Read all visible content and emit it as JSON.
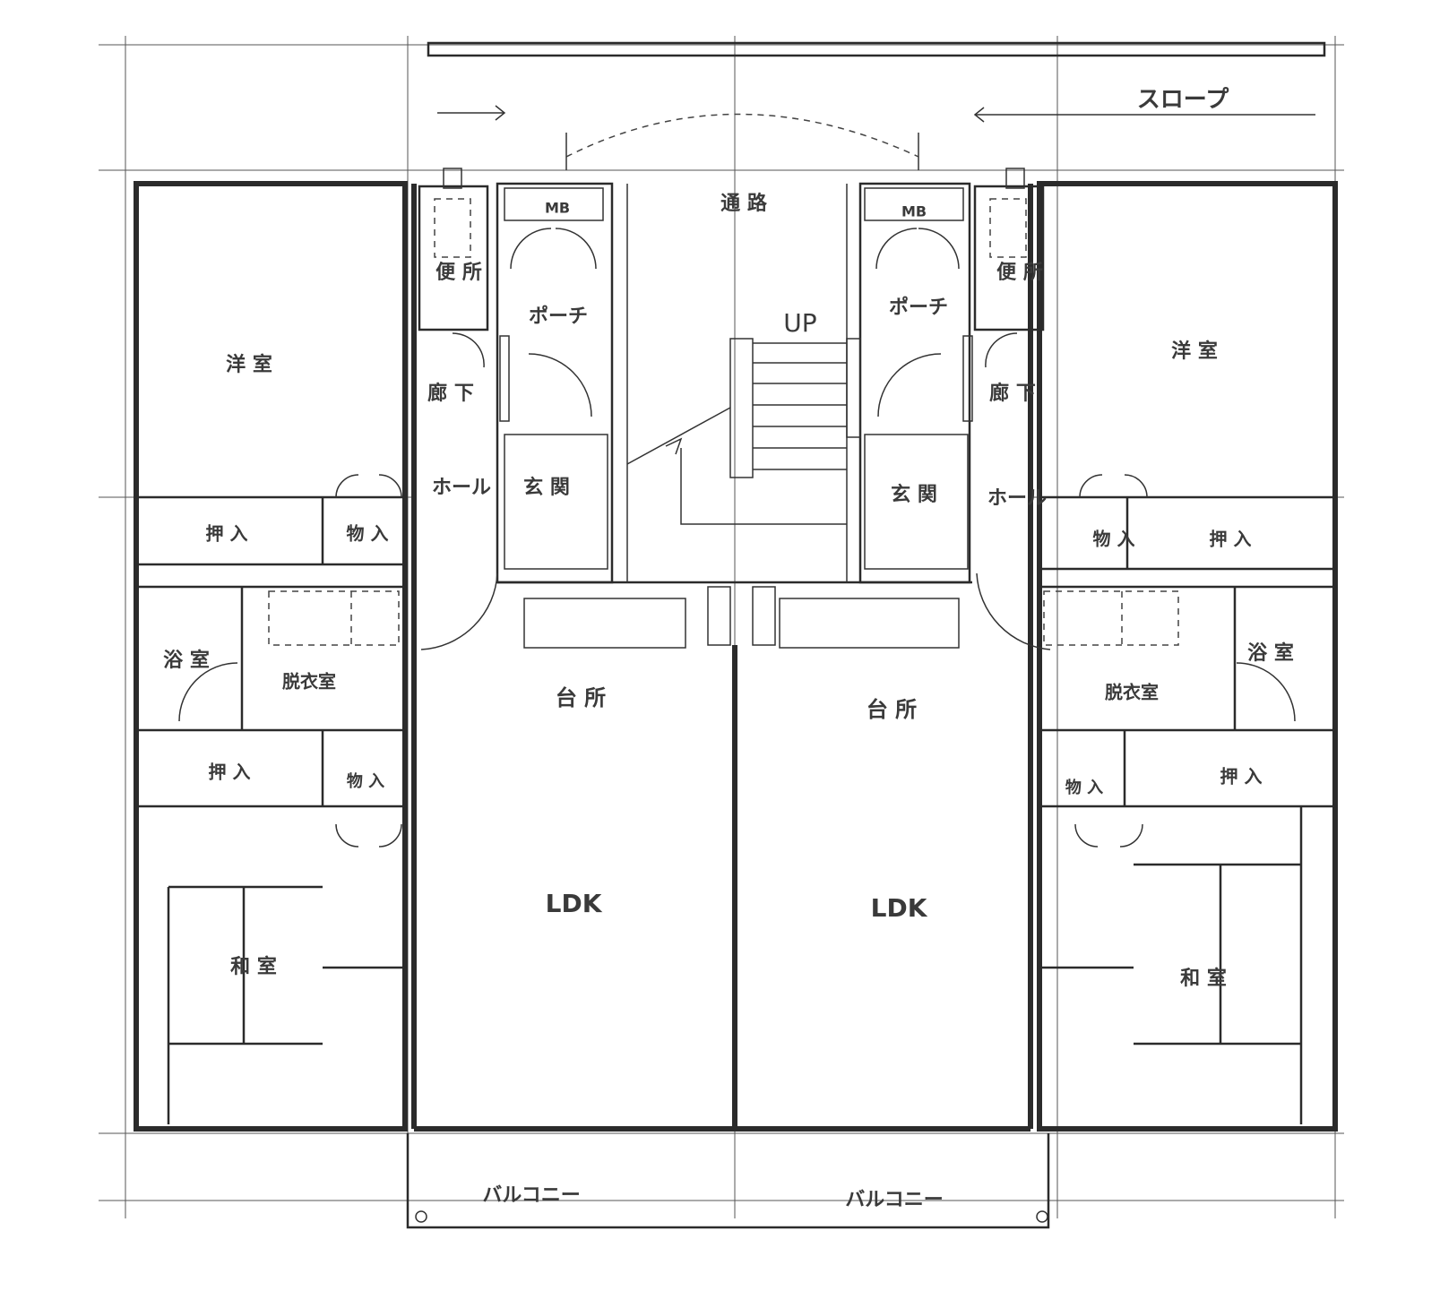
{
  "plan": {
    "title": "",
    "left_unit": {
      "western_room": "洋 室",
      "toilet": "便 所",
      "corridor": "廊 下",
      "hall": "ホール",
      "entrance": "玄 関",
      "porch": "ポーチ",
      "meter_box": "MB",
      "closet_oshiire": "押 入",
      "storage_1": "物 入",
      "bath": "浴 室",
      "dressing": "脱衣室",
      "kitchen": "台 所",
      "closet_2": "押 入",
      "storage_2": "物 入",
      "japanese_room": "和 室",
      "ldk": "LDK",
      "balcony": "バルコニー"
    },
    "right_unit": {
      "western_room": "洋 室",
      "toilet": "便 所",
      "corridor": "廊 下",
      "hall": "ホール",
      "entrance": "玄 関",
      "porch": "ポーチ",
      "meter_box": "MB",
      "closet_oshiire": "押 入",
      "storage_1": "物 入",
      "bath": "浴 室",
      "dressing": "脱衣室",
      "kitchen": "台 所",
      "closet_2": "押 入",
      "storage_2": "物 入",
      "japanese_room": "和 室",
      "ldk": "LDK",
      "balcony": "バルコニー"
    },
    "common": {
      "passage": "通 路",
      "stairs_up": "UP",
      "slope": "スロープ"
    }
  }
}
